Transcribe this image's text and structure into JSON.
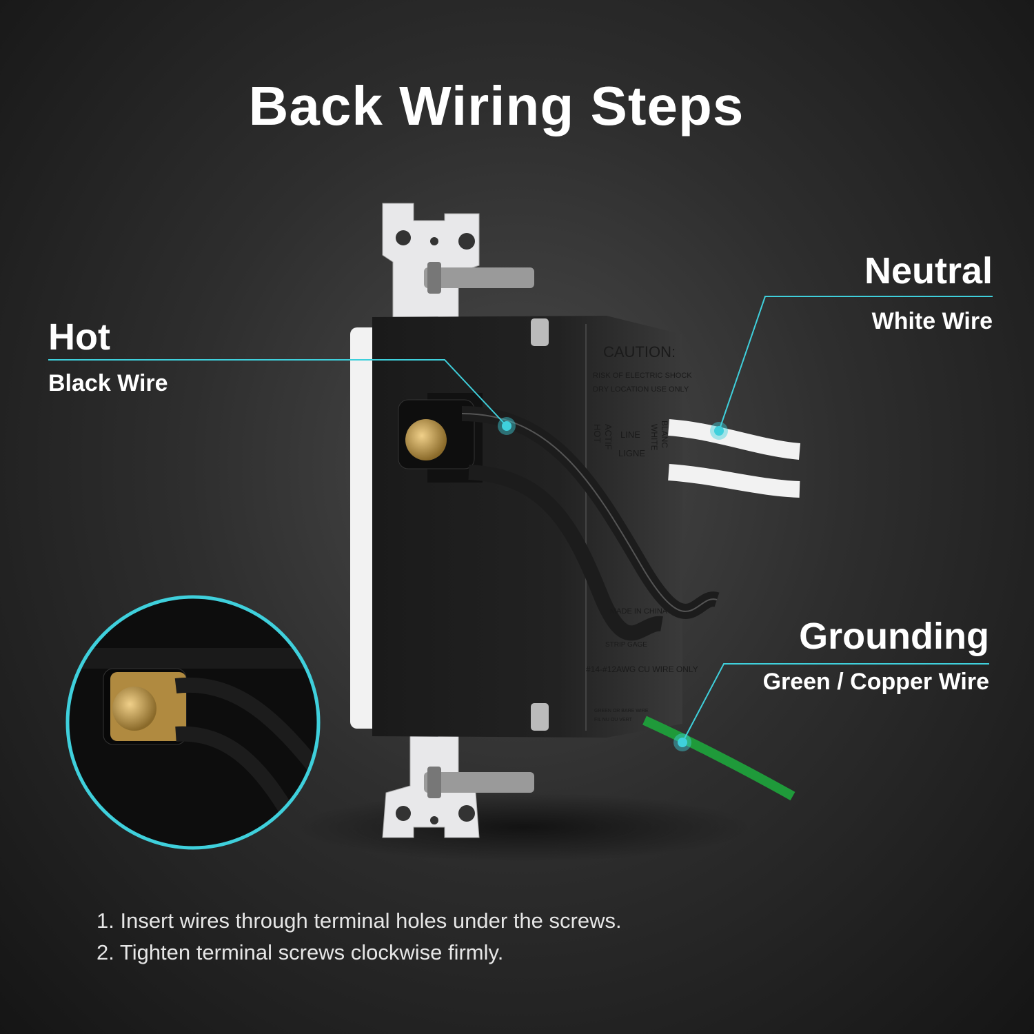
{
  "title": "Back Wiring Steps",
  "labels": {
    "hot": {
      "title": "Hot",
      "subtitle": "Black Wire"
    },
    "neutral": {
      "title": "Neutral",
      "subtitle": "White Wire"
    },
    "grounding": {
      "title": "Grounding",
      "subtitle": "Green / Copper Wire"
    }
  },
  "device_text": {
    "caution": "CAUTION:",
    "warning1": "RISK OF ELECTRIC SHOCK",
    "warning2": "DRY LOCATION USE ONLY",
    "hot": "HOT",
    "actif": "ACTIF",
    "line": "LINE",
    "ligne": "LIGNE",
    "white": "WHITE",
    "blanc": "BLANC",
    "made_in": "MADE IN CHINA",
    "strip_gage": "STRIP GAGE",
    "wire_spec": "#14-#12AWG CU WIRE ONLY",
    "ground1": "GREEN OR BARE WIRE",
    "ground2": "FIL NU OU VERT"
  },
  "steps": [
    "1. Insert wires through terminal holes under the screws.",
    "2. Tighten terminal screws clockwise firmly."
  ],
  "colors": {
    "accent": "#3fd0dc",
    "hot_wire": "#1c1c1c",
    "neutral_wire": "#f2f2f2",
    "ground_wire": "#1f9a3a",
    "terminal": "#c9a25a"
  }
}
